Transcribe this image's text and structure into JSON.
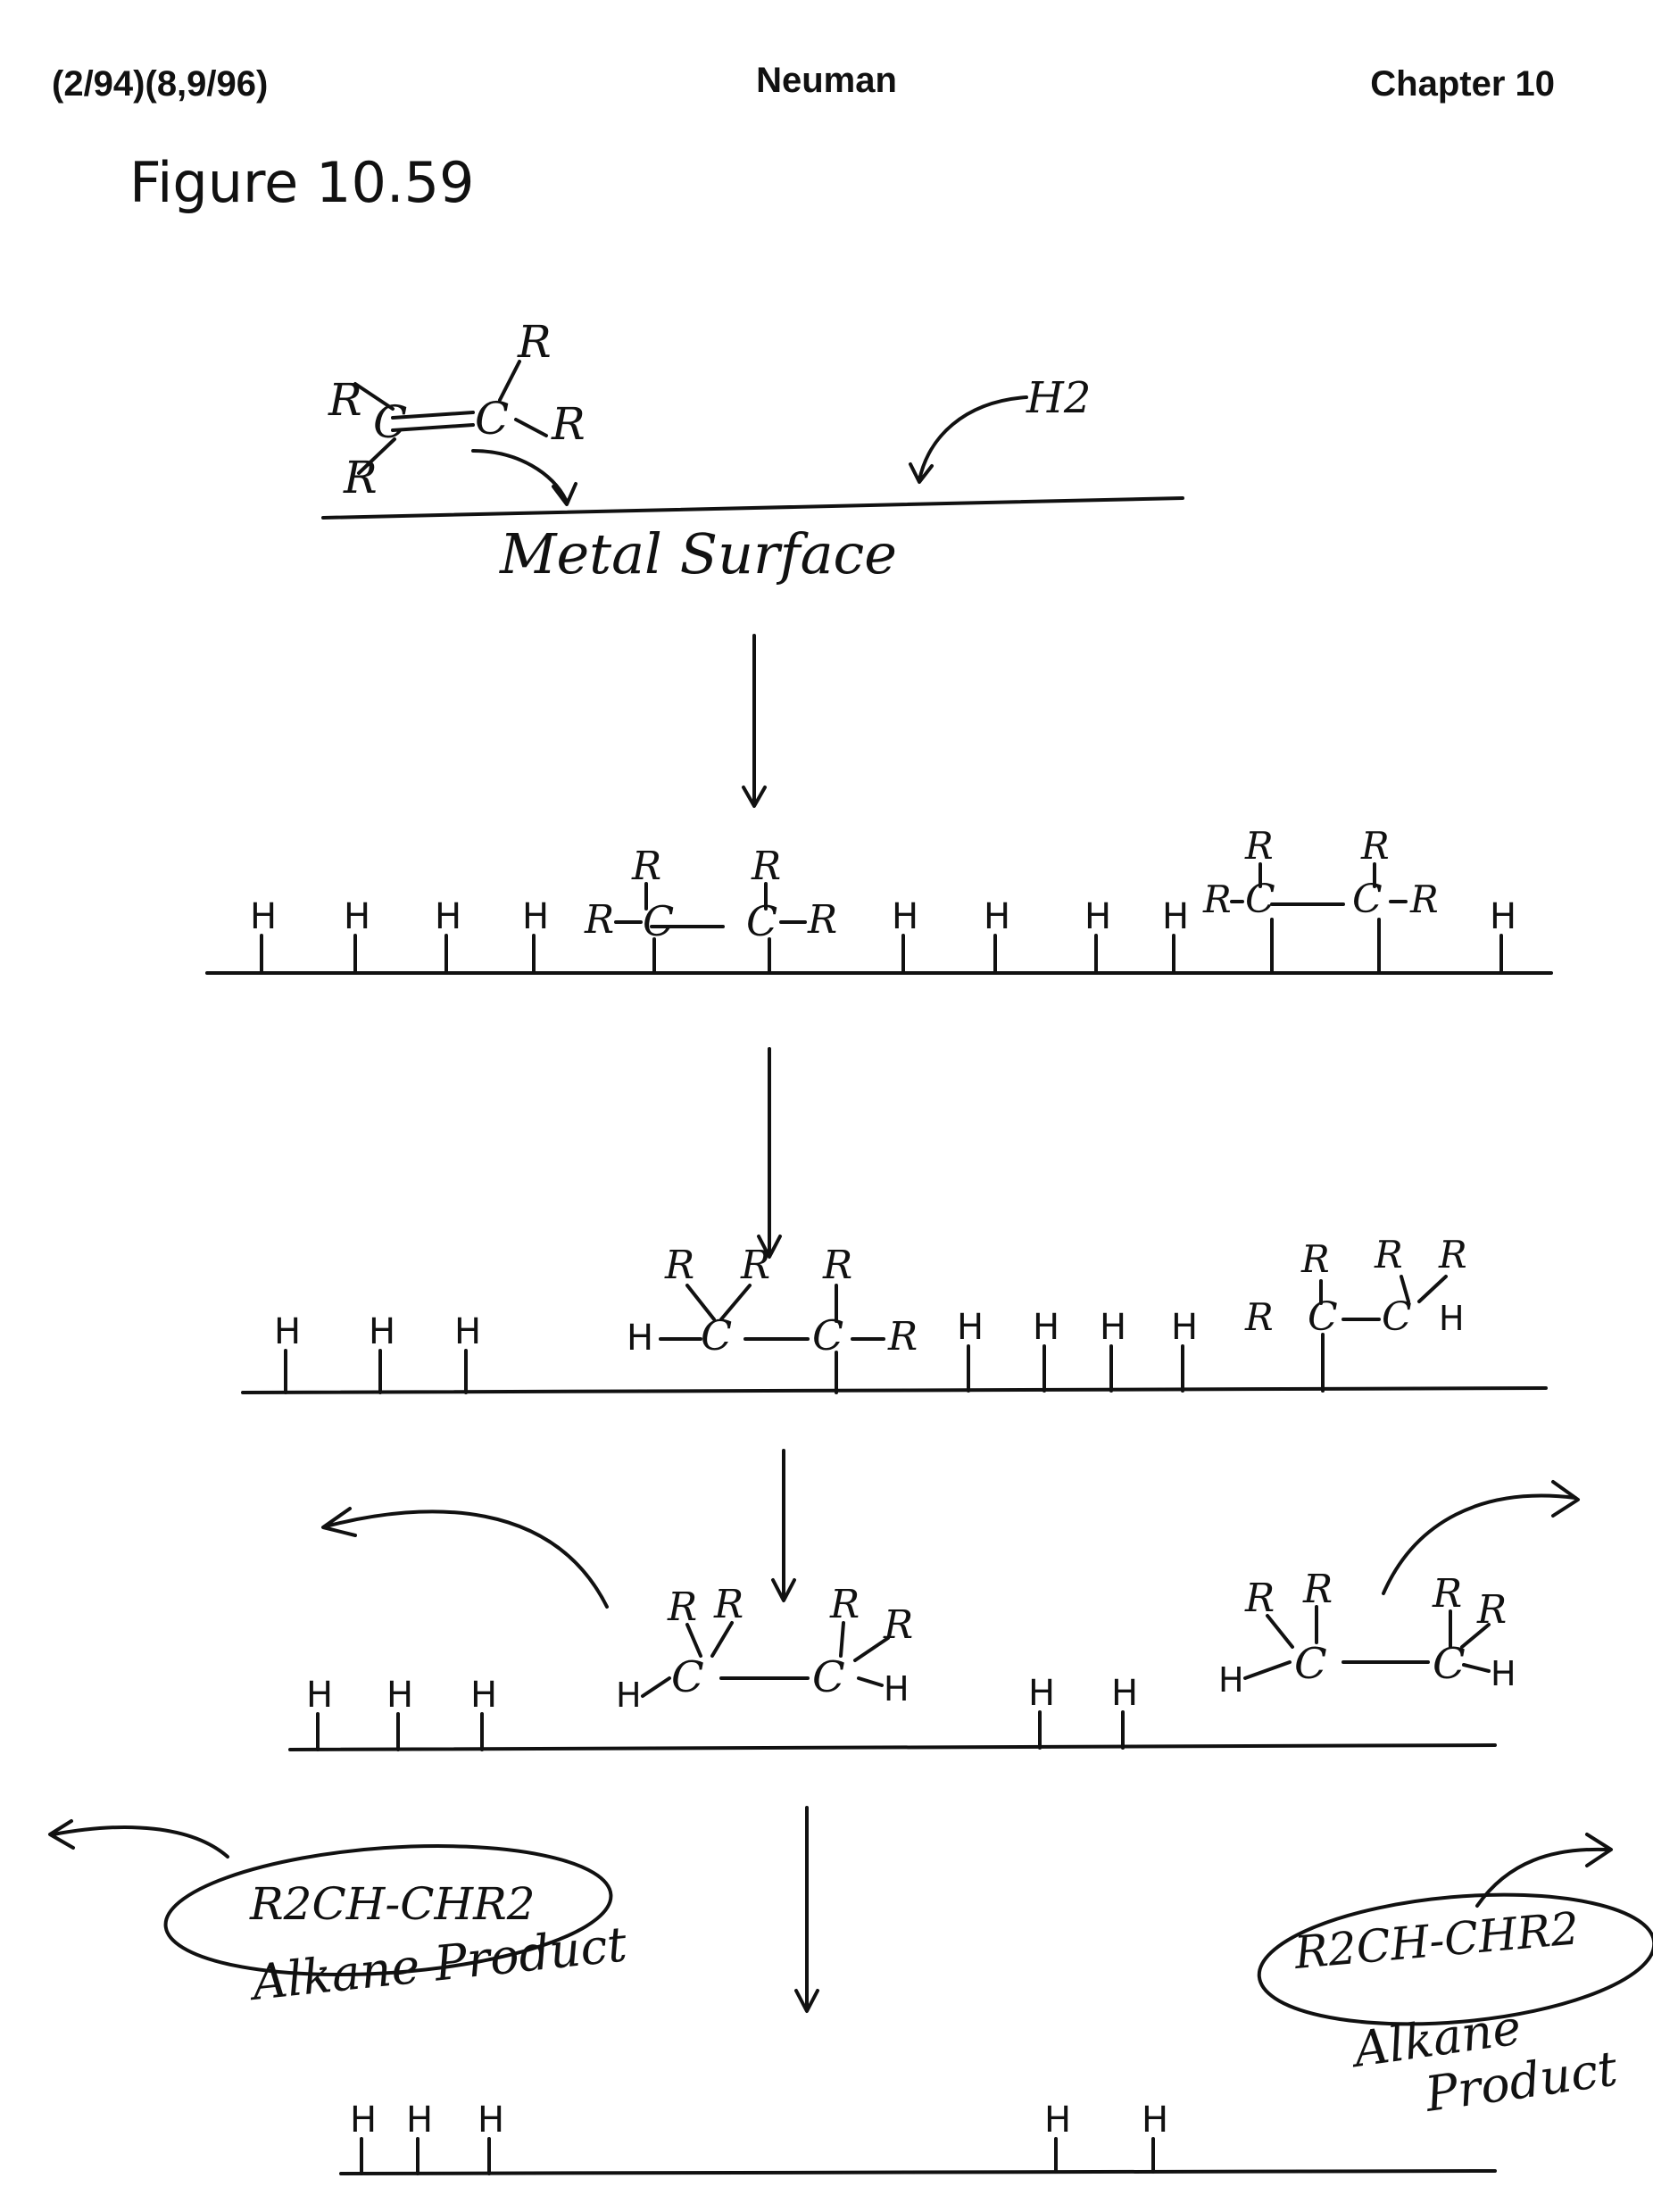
{
  "header": {
    "left": "(2/94)(8,9/96)",
    "center": "Neuman",
    "right": "Chapter 10"
  },
  "figure": {
    "title": "Figure 10.59",
    "hydrogen": "H2",
    "surface_label": "Metal Surface",
    "product_formula": "R2CH-CHR2",
    "product_label_left": "Alkane Product",
    "product_label_right_1": "Alkane",
    "product_label_right_2": "Product",
    "atom_h": "H",
    "atom_r": "R",
    "atom_c": "C"
  }
}
